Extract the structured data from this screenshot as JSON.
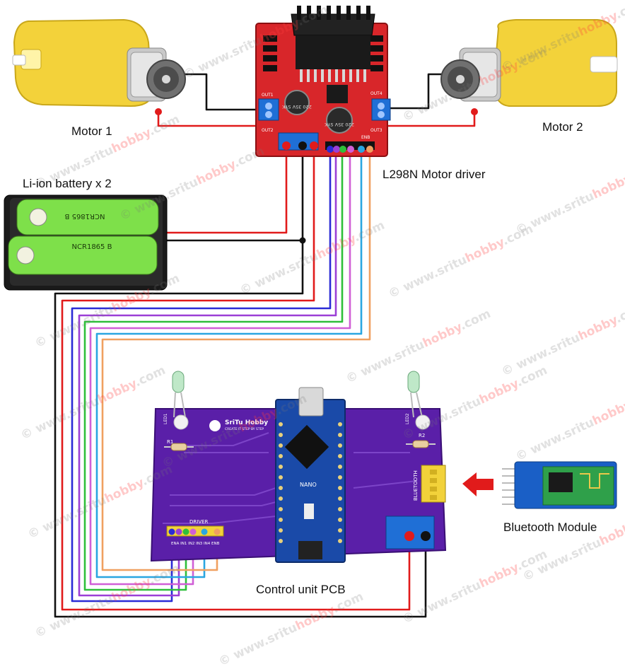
{
  "labels": {
    "motor1": "Motor 1",
    "motor2": "Motor 2",
    "driver": "L298N Motor driver",
    "battery": "Li-ion battery x 2",
    "pcb": "Control unit PCB",
    "bluetooth": "Bluetooth Module"
  },
  "battery_cells": {
    "top": "NCR1865 B",
    "bottom": "NCR1865 B"
  },
  "driver_board": {
    "cap1": "220 35V SYK",
    "cap2": "220 35V SYK",
    "out1": "OUT1",
    "out2": "OUT2",
    "out3": "OUT3",
    "out4": "OUT4",
    "enb": "ENB"
  },
  "pcb_board": {
    "brand_title": "SriTu Hobby",
    "brand_tagline": "CREATE IT STEP BY STEP",
    "led1": "LED1",
    "led2": "LED2",
    "r1": "R1",
    "r2": "R2",
    "nano": "NANO",
    "driver_header": "DRIVER",
    "driver_pins": "ENA IN1 IN2 IN3 IN4 ENB",
    "bluetooth_header": "BLUETOOTH"
  },
  "watermark": {
    "pre": "www.sritu",
    "mid": "hobby",
    "post": ".com"
  },
  "colors": {
    "wire_red": "#e11b1b",
    "wire_black": "#111111",
    "wire_blue": "#2b2bd6",
    "wire_purple": "#9b3fd6",
    "wire_green": "#2fbf3a",
    "wire_cyan": "#2aa6e0",
    "wire_orange": "#f0a060",
    "driver_board": "#d8262a",
    "pcb_board": "#5a1fa8",
    "motor_body": "#f3d23a"
  }
}
